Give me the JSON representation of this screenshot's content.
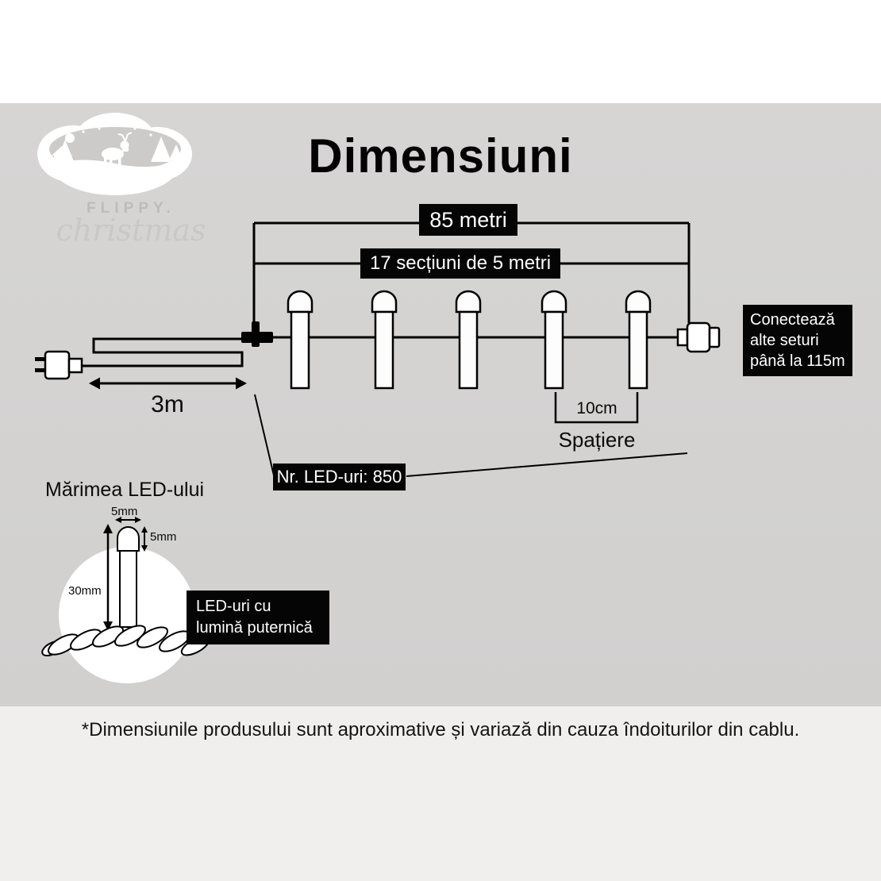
{
  "page": {
    "title": "Dimensiuni",
    "footnote": "*Dimensiunile produsului sunt aproximative și variază din cauza îndoiturilor din cablu."
  },
  "logo": {
    "name_top": "FLIPPY.",
    "name_script": "christmas"
  },
  "diagram": {
    "total_length_label": "85 metri",
    "sections_label": "17 secțiuni de 5 metri",
    "lead_length_label": "3m",
    "spacing_value": "10cm",
    "spacing_caption": "Spațiere",
    "led_count_label": "Nr. LED-uri: 850",
    "connect_note": "Conectează alte seturi până la 115m",
    "bulb_count": 5
  },
  "led_detail": {
    "title": "Mărimea LED-ului",
    "width_label": "5mm",
    "dome_height_label": "5mm",
    "total_height_label": "30mm",
    "note": "LED-uri cu lumină puternică"
  },
  "colors": {
    "badge_bg": "#050505",
    "badge_text": "#ffffff",
    "line": "#000000",
    "canvas_bg": "#d3d2d1",
    "bottom_bg": "#f1efee"
  }
}
